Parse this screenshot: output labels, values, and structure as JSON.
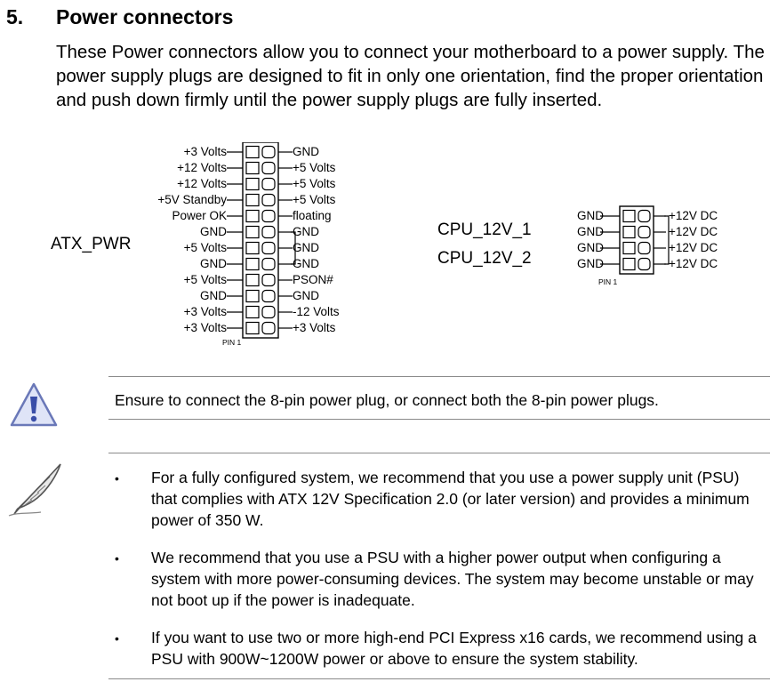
{
  "section": {
    "number": "5.",
    "title": "Power connectors",
    "intro": "These Power connectors allow you to connect your motherboard to a power supply. The power supply plugs are designed to fit in only one orientation, find the proper orientation and push down firmly until the power supply plugs are fully inserted."
  },
  "atx": {
    "label": "ATX_PWR",
    "left_pins": [
      "+3 Volts",
      "+12 Volts",
      "+12 Volts",
      "+5V Standby",
      "Power OK",
      "GND",
      "+5 Volts",
      "GND",
      "+5 Volts",
      "GND",
      "+3 Volts",
      "+3 Volts"
    ],
    "right_pins": [
      "GND",
      "+5 Volts",
      "+5 Volts",
      "+5 Volts",
      "floating",
      "GND",
      "GND",
      "GND",
      "PSON#",
      "GND",
      "-12 Volts",
      "+3 Volts"
    ],
    "pin1": "PIN 1"
  },
  "cpu": {
    "label1": "CPU_12V_1",
    "label2": "CPU_12V_2",
    "left_pins": [
      "GND",
      "GND",
      "GND",
      "GND"
    ],
    "right_pins": [
      "+12V DC",
      "+12V DC",
      "+12V DC",
      "+12V DC"
    ],
    "pin1": "PIN 1"
  },
  "caution": {
    "icon": "warning-triangle-icon",
    "text": "Ensure to connect the 8-pin power plug, or connect both the 8-pin power plugs."
  },
  "note": {
    "icon": "quill-pen-icon",
    "bullets": [
      "For a fully configured system, we recommend that you use a power supply unit (PSU) that complies with ATX 12V Specification 2.0 (or later version) and provides a minimum power of 350 W.",
      "We recommend that you use a PSU with a higher power output when configuring a system with more power-consuming devices. The system may become unstable or may not boot up if the power is inadequate.",
      "If you want to use two or more high-end PCI Express x16 cards, we recommend using a PSU with 900W~1200W power or above to ensure the system stability."
    ]
  }
}
